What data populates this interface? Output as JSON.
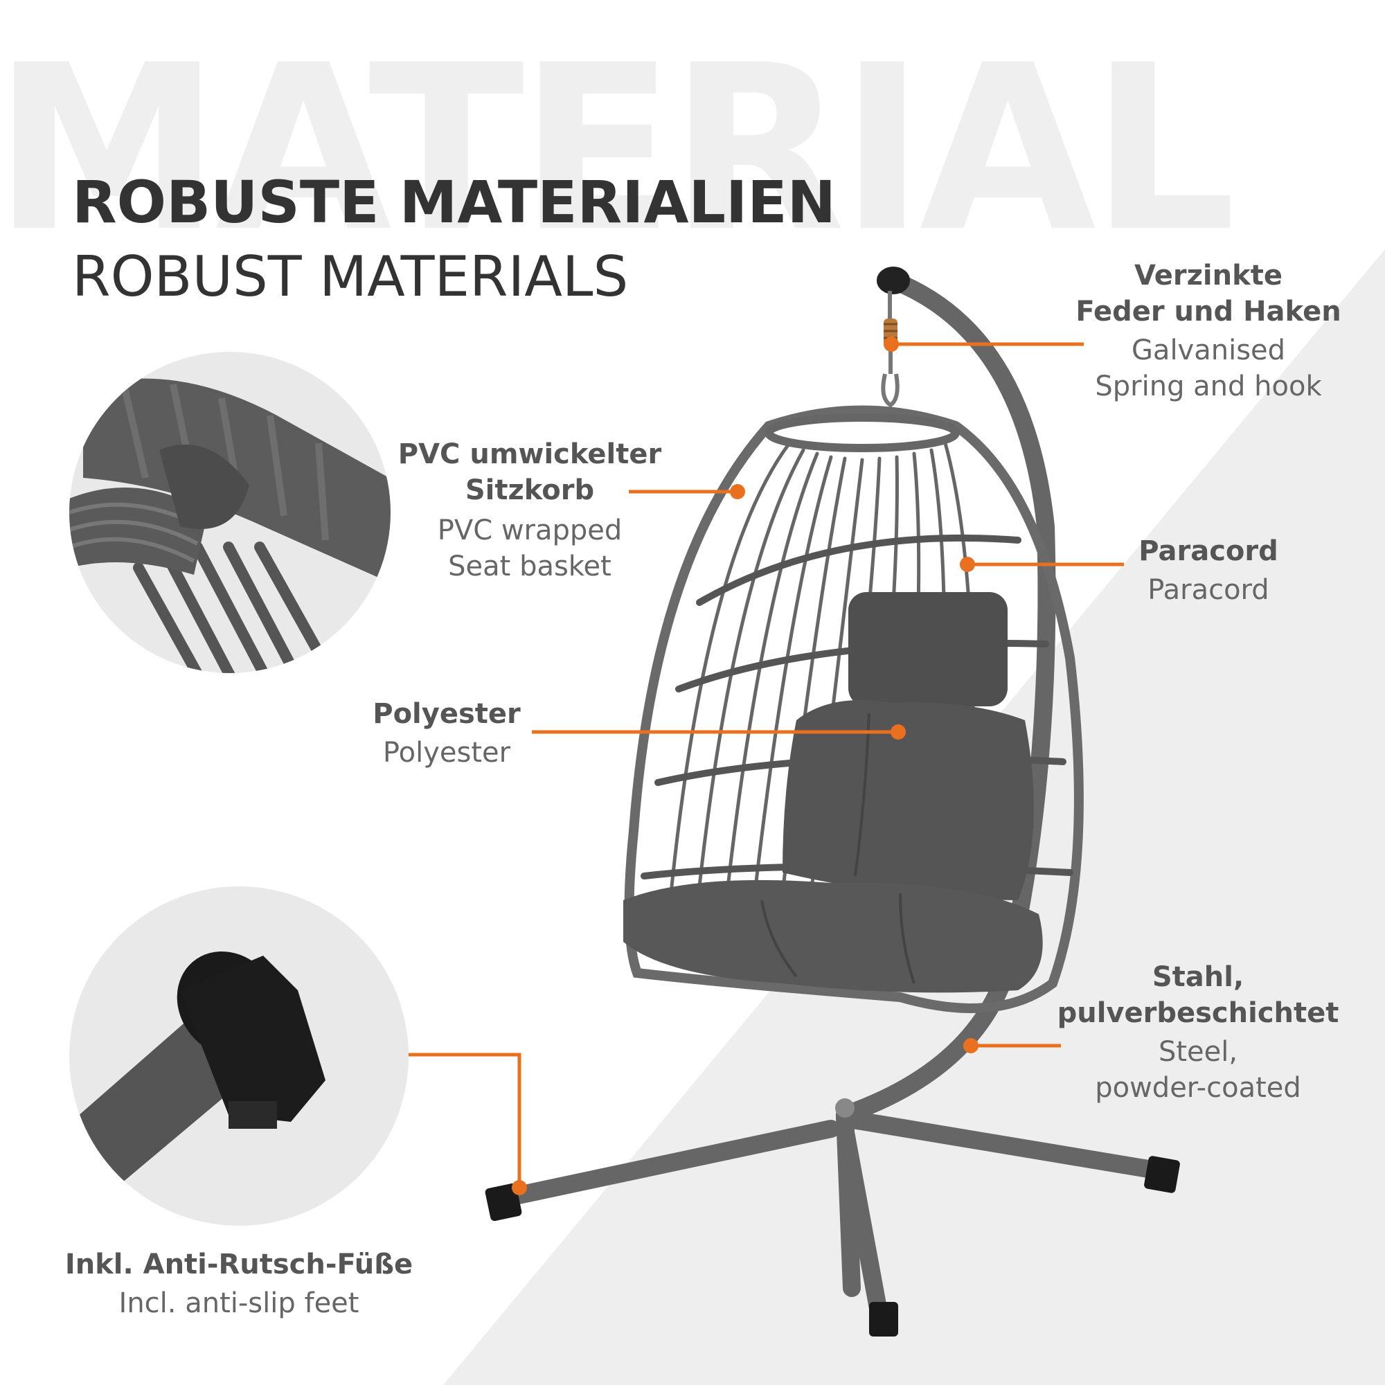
{
  "watermark": "MATERIAL",
  "heading": {
    "de": "ROBUSTE MATERIALIEN",
    "en": "ROBUST MATERIALS"
  },
  "colors": {
    "accent": "#e8701e",
    "text_dark": "#333333",
    "text_mid": "#555555",
    "watermark": "#efefef",
    "diagonal_bg": "#eeeeee"
  },
  "callouts": {
    "spring": {
      "de_line1": "Verzinkte",
      "de_line2": "Feder und Haken",
      "en_line1": "Galvanised",
      "en_line2": "Spring and hook"
    },
    "basket": {
      "de_line1": "PVC umwickelter",
      "de_line2": "Sitzkorb",
      "en_line1": "PVC wrapped",
      "en_line2": "Seat basket"
    },
    "paracord": {
      "de": "Paracord",
      "en": "Paracord"
    },
    "polyester": {
      "de": "Polyester",
      "en": "Polyester"
    },
    "steel": {
      "de_line1": "Stahl,",
      "de_line2": "pulverbeschichtet",
      "en_line1": "Steel,",
      "en_line2": "powder-coated"
    },
    "feet": {
      "de": "Inkl. Anti-Rutsch-Füße",
      "en": "Incl. anti-slip feet"
    }
  }
}
